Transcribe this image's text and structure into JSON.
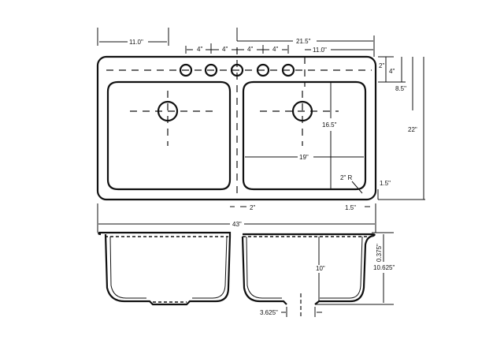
{
  "drawing": {
    "top_view": {
      "overall_left_to_center": "11.0\"",
      "hole_spacing": [
        "4\"",
        "4\"",
        "4\"",
        "4\""
      ],
      "left_to_right_center": "21.5\"",
      "right_center_to_edge": "11.0\"",
      "hole_from_back": "2\"",
      "back_to_basin": "4\"",
      "back_to_drain": "8.5\"",
      "overall_depth": "22\"",
      "basin_depth": "16.5\"",
      "basin_width": "19\"",
      "corner_radius": "2\" R",
      "side_margin_right": "1.5\"",
      "divider_width": "2\"",
      "front_margin": "1.5\"",
      "overall_width": "43\""
    },
    "side_view": {
      "basin_depth": "10\"",
      "rim_thickness": "0.375\"",
      "overall_height": "10.625\"",
      "drain_width": "3.625\""
    }
  }
}
